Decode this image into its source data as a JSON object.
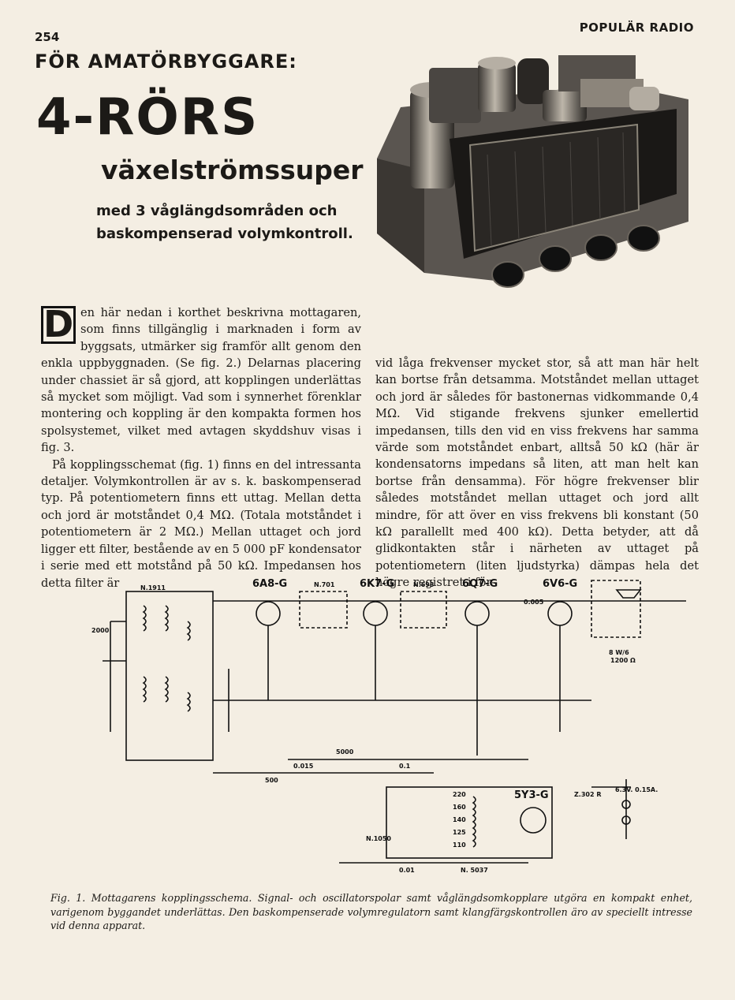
{
  "header": {
    "page_number": "254",
    "magazine": "POPULÄR RADIO"
  },
  "headline": {
    "kicker": "FÖR AMATÖRBYGGARE:",
    "title": "4-RÖRS",
    "subtitle": "växelströmssuper",
    "deck": "med 3 våglängdsområden och baskompenserad volymkontroll."
  },
  "body": {
    "dropcap": "D",
    "col1": [
      "en här nedan i korthet beskrivna mottagaren, som finns tillgänglig i marknaden i form av byggsats, utmärker sig framför allt genom den enkla uppbyggnaden. (Se fig. 2.) Delarnas placering under chassiet är så gjord, att kopplingen underlättas så mycket som möjligt. Vad som i synnerhet förenklar montering och koppling är den kompakta formen hos spolsystemet, vilket med avtagen skyddshuv visas i fig. 3.",
      "På kopplingsschemat (fig. 1) finns en del intressanta detaljer. Volymkontrollen är av s. k. baskompenserad typ. På potentiometern finns ett uttag. Mellan detta och jord är motståndet 0,4 MΩ. (Totala motståndet i potentiometern är 2 MΩ.) Mellan uttaget och jord ligger ett filter, bestående av en 5 000 pF kondensator i serie med ett motstånd på 50 kΩ. Impedansen hos detta filter är"
    ],
    "col2": "vid låga frekvenser mycket stor, så att man här helt kan bortse från detsamma. Motståndet mellan uttaget och jord är således för bastonernas vidkommande 0,4 MΩ. Vid stigande frekvens sjunker emellertid impedansen, tills den vid en viss frekvens har samma värde som motståndet enbart, alltså 50 kΩ (här är kondensatorns impedans så liten, att man helt kan bortse från densamma). För högre frekvenser blir således motståndet mellan uttaget och jord allt mindre, för att över en viss frekvens bli konstant (50 kΩ parallellt med 400 kΩ). Detta betyder, att då glidkontakten står i närheten av uttaget på potentiometern (liten ljudstyrka) dämpas hela det högre registret i för-"
  },
  "schematic": {
    "tubes": [
      "6A8-G",
      "6K7-G",
      "6Q7-G",
      "6V6-G",
      "5Y3-G"
    ],
    "parts": [
      "N.1911",
      "N.701",
      "N.693",
      "N.1050",
      "N. 5037",
      "Z.302 R"
    ],
    "values": [
      "2000",
      "0.005",
      "5000",
      "500",
      "0.015",
      "0.01",
      "0.1",
      "8 W/6",
      "1200 Ω",
      "220",
      "160",
      "140",
      "125",
      "110",
      "6.3V. 0.15A."
    ]
  },
  "caption": "Fig. 1. Mottagarens kopplingsschema. Signal- och oscillatorspolar samt våglängdsomkopplare utgöra en kompakt enhet, varigenom byggandet underlättas. Den baskompenserade volymregulatorn samt klangfärgskontrollen äro av speciellt intresse vid denna apparat.",
  "colors": {
    "paper": "#f4eee3",
    "ink": "#1c1a17"
  }
}
